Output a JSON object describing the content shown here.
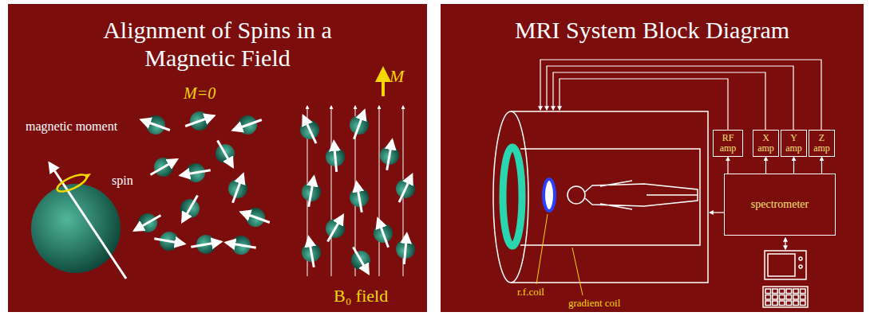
{
  "diagram": {
    "nodes": [
      {
        "text": [
          "Alignment of Spins in a Magnetic Field"
        ]
      },
      {
        "text": [
          "MRI System Block Diagram"
        ]
      },
      {
        "text": [
          "RF amp"
        ],
        "in": 1
      },
      {
        "text": [
          "X amp"
        ],
        "in": 1
      },
      {
        "text": [
          "Y amp"
        ],
        "in": 1
      },
      {
        "text": [
          "Z amp"
        ],
        "in": 1
      },
      {
        "text": [
          "spectrometer"
        ],
        "in": 1
      }
    ],
    "edges": [
      {
        "from": 6,
        "to": 2,
        "arrow": "to"
      },
      {
        "from": 6,
        "to": 3,
        "arrow": "to"
      },
      {
        "from": 6,
        "to": 4,
        "arrow": "to"
      },
      {
        "from": 6,
        "to": 5,
        "arrow": "to"
      }
    ],
    "labels": [
      "magnetic moment",
      "spin",
      "M=0",
      "M",
      "B₀ field",
      "r.f.coil",
      "gradient coil"
    ]
  }
}
